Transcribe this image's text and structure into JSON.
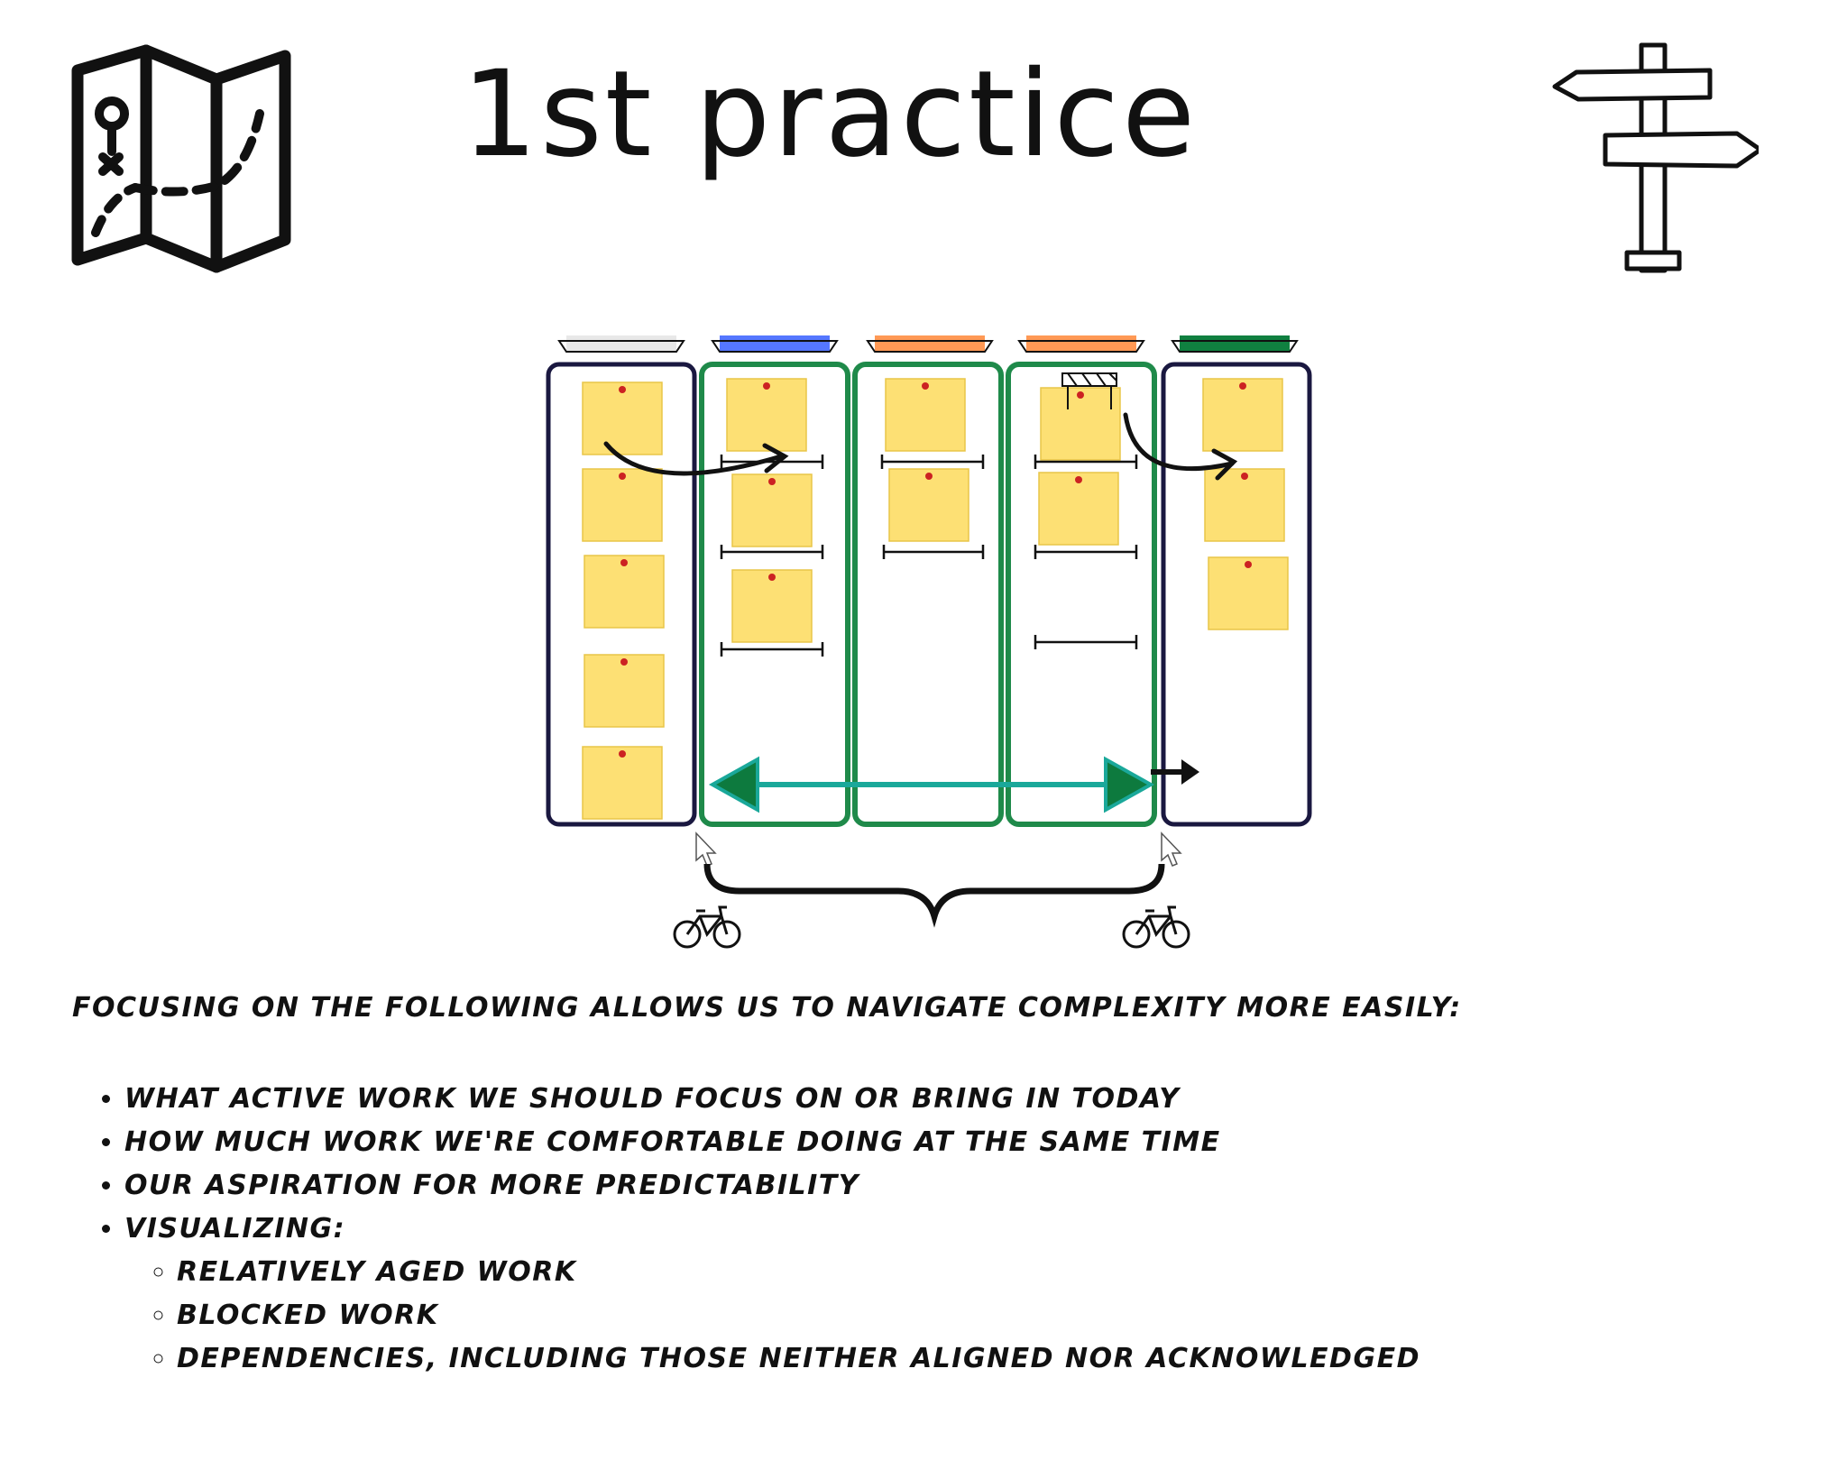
{
  "header": {
    "title": "1st practice",
    "left_icon": "folded-map-icon",
    "right_icon": "signpost-icon"
  },
  "diagram": {
    "columns": [
      {
        "header_color": "#e8e8e8",
        "border_color": "#1a1840",
        "notes": 5
      },
      {
        "header_color": "#5577ff",
        "border_color": "#1f8a4a",
        "notes": 3
      },
      {
        "header_color": "#ff9955",
        "border_color": "#1f8a4a",
        "notes": 2
      },
      {
        "header_color": "#ff9955",
        "border_color": "#1f8a4a",
        "notes": 2,
        "blocked": true
      },
      {
        "header_color": "#108040",
        "border_color": "#1a1840",
        "notes": 3
      }
    ],
    "colors": {
      "note": "#fde074",
      "pin": "#cc2222",
      "wip_arrow": "#1aa89a",
      "wip_arrowhead": "#0d7a3e"
    },
    "icons": [
      "bicycle-icon",
      "cursor-icon",
      "barrier-icon",
      "curved-arrow-icon"
    ]
  },
  "content": {
    "intro": "Focusing on the following allows us to navigate complexity more easily:",
    "bullets": [
      "What active work we should focus on or bring in today",
      "How much work we're comfortable doing at the same time",
      "Our aspiration for more predictability",
      "Visualizing:"
    ],
    "sub_bullets": [
      "Relatively aged work",
      "Blocked work",
      "Dependencies, including those neither aligned nor acknowledged"
    ]
  }
}
